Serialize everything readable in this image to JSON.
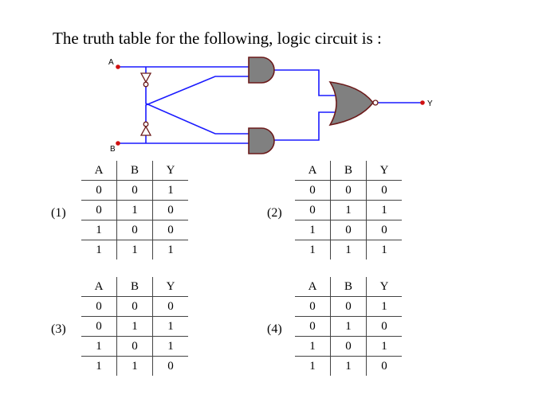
{
  "title": "The truth table for the following, logic circuit is :",
  "circuit": {
    "input_a": "A",
    "input_b": "B",
    "output": "Y"
  },
  "options": [
    {
      "label": "(1)",
      "headers": [
        "A",
        "B",
        "Y"
      ],
      "rows": [
        [
          "0",
          "0",
          "1"
        ],
        [
          "0",
          "1",
          "0"
        ],
        [
          "1",
          "0",
          "0"
        ],
        [
          "1",
          "1",
          "1"
        ]
      ]
    },
    {
      "label": "(2)",
      "headers": [
        "A",
        "B",
        "Y"
      ],
      "rows": [
        [
          "0",
          "0",
          "0"
        ],
        [
          "0",
          "1",
          "1"
        ],
        [
          "1",
          "0",
          "0"
        ],
        [
          "1",
          "1",
          "1"
        ]
      ]
    },
    {
      "label": "(3)",
      "headers": [
        "A",
        "B",
        "Y"
      ],
      "rows": [
        [
          "0",
          "0",
          "0"
        ],
        [
          "0",
          "1",
          "1"
        ],
        [
          "1",
          "0",
          "1"
        ],
        [
          "1",
          "1",
          "0"
        ]
      ]
    },
    {
      "label": "(4)",
      "headers": [
        "A",
        "B",
        "Y"
      ],
      "rows": [
        [
          "0",
          "0",
          "1"
        ],
        [
          "0",
          "1",
          "0"
        ],
        [
          "1",
          "0",
          "1"
        ],
        [
          "1",
          "1",
          "0"
        ]
      ]
    }
  ],
  "colors": {
    "wire": "#1a1aff",
    "gate_fill": "#808080",
    "gate_stroke": "#6b1a1a",
    "dot": "#d01010"
  }
}
